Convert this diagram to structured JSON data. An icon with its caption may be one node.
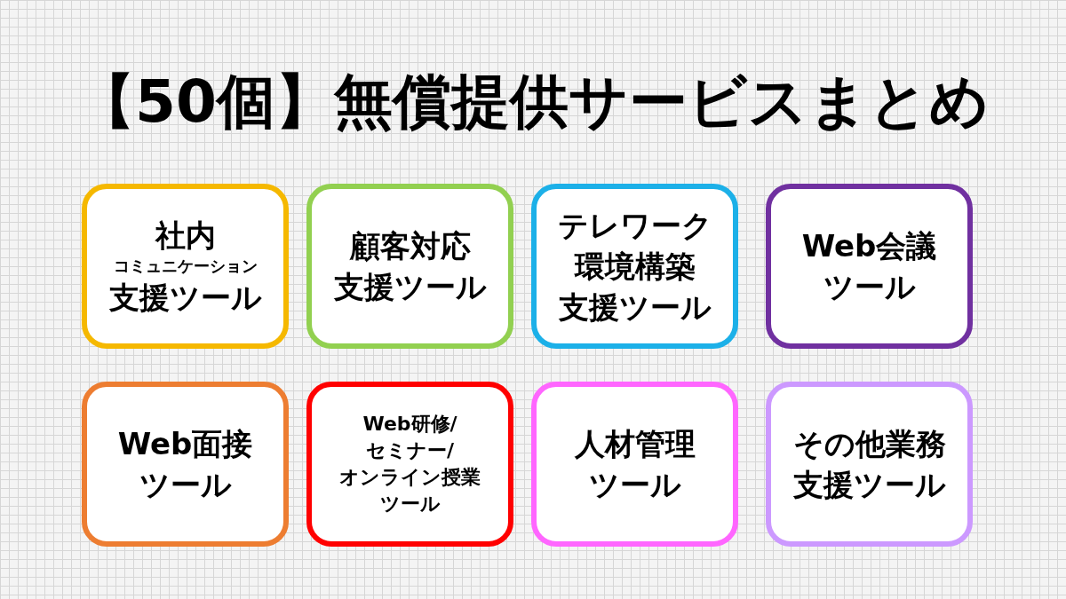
{
  "diagram": {
    "title": "【50個】無償提供サービスまとめ",
    "nodes": [
      {
        "text": [
          "社内",
          "コミュニケーション",
          "支援ツール"
        ]
      },
      {
        "text": [
          "顧客対応",
          "支援ツール"
        ]
      },
      {
        "text": [
          "テレワーク",
          "環境構築",
          "支援ツール"
        ]
      },
      {
        "text": [
          "Web会議",
          "ツール"
        ]
      },
      {
        "text": [
          "Web面接",
          "ツール"
        ]
      },
      {
        "text": [
          "Web研修/",
          "セミナー/",
          "オンライン授業",
          "ツール"
        ]
      },
      {
        "text": [
          "人材管理",
          "ツール"
        ]
      },
      {
        "text": [
          "その他業務",
          "支援ツール"
        ]
      }
    ]
  }
}
